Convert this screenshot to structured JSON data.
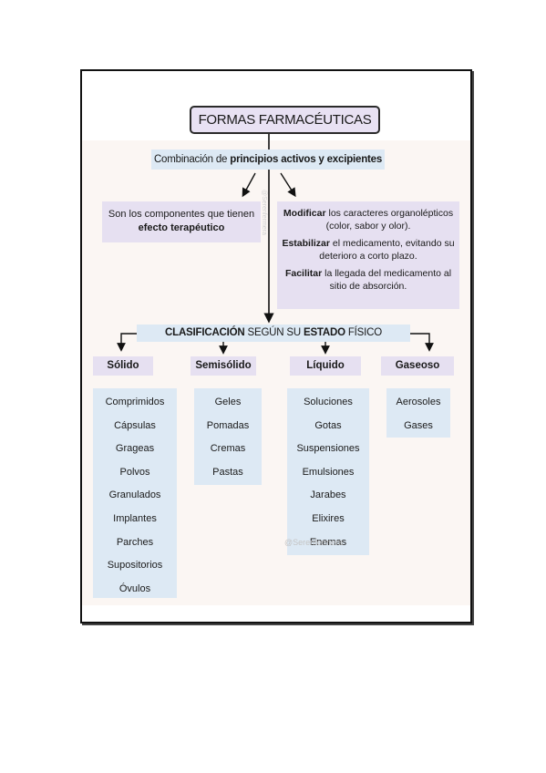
{
  "title": "FORMAS FARMACÉUTICAS",
  "combination": {
    "prefix": "Combinación de",
    "bold": "principios activos y excipientes"
  },
  "left_box": {
    "line1": "Son los componentes que tienen",
    "bold": "efecto terapéutico"
  },
  "right_box": {
    "p1_bold": "Modificar",
    "p1_rest": "los caracteres organolépticos (color, sabor y olor).",
    "p2_bold": "Estabilizar",
    "p2_rest": "el medicamento, evitando su deterioro a corto plazo.",
    "p3_bold": "Facilitar",
    "p3_rest": "la llegada del medicamento al sitio de absorción."
  },
  "classification": {
    "b1": "CLASIFICACIÓN",
    "t1": "SEGÚN SU",
    "b2": "ESTADO",
    "t2": "FÍSICO"
  },
  "categories": [
    {
      "name": "Sólido",
      "items": [
        "Comprimidos",
        "Cápsulas",
        "Grageas",
        "Polvos",
        "Granulados",
        "Implantes",
        "Parches",
        "Supositorios",
        "Óvulos"
      ]
    },
    {
      "name": "Semisólido",
      "items": [
        "Geles",
        "Pomadas",
        "Cremas",
        "Pastas"
      ]
    },
    {
      "name": "Líquido",
      "items": [
        "Soluciones",
        "Gotas",
        "Suspensiones",
        "Emulsiones",
        "Jarabes",
        "Elixires",
        "Enemas"
      ]
    },
    {
      "name": "Gaseoso",
      "items": [
        "Aerosoles",
        "Gases"
      ]
    }
  ],
  "watermark": "@Serenfermera",
  "colors": {
    "lavender": "#e6e0f1",
    "light_blue": "#dde9f4",
    "background": "#fbf6f3"
  }
}
